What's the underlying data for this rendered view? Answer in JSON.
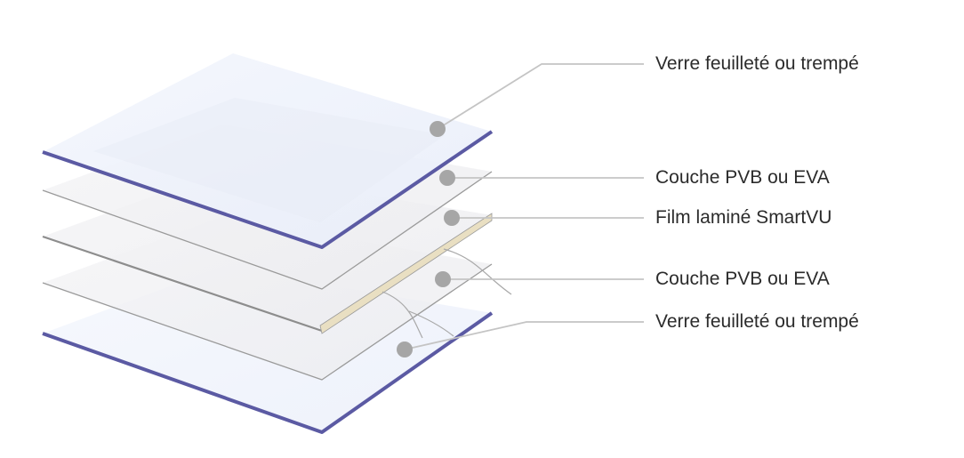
{
  "colors": {
    "glass_edge": "#5b5aa3",
    "glass_face": "#eef2fb",
    "interlayer_face": "#f1f1f3",
    "film_edge": "#e9dfc2",
    "leader_line": "#c4c4c4",
    "marker": "#a6a6a6",
    "label_text": "#2b2b2b"
  },
  "layers": [
    {
      "id": "glass-top",
      "label": "Verre feuilleté ou trempé"
    },
    {
      "id": "pvb-top",
      "label": "Couche PVB ou EVA"
    },
    {
      "id": "smartvu-film",
      "label": "Film laminé SmartVU"
    },
    {
      "id": "pvb-bottom",
      "label": "Couche PVB ou EVA"
    },
    {
      "id": "glass-bottom",
      "label": "Verre feuilleté ou trempé"
    }
  ]
}
